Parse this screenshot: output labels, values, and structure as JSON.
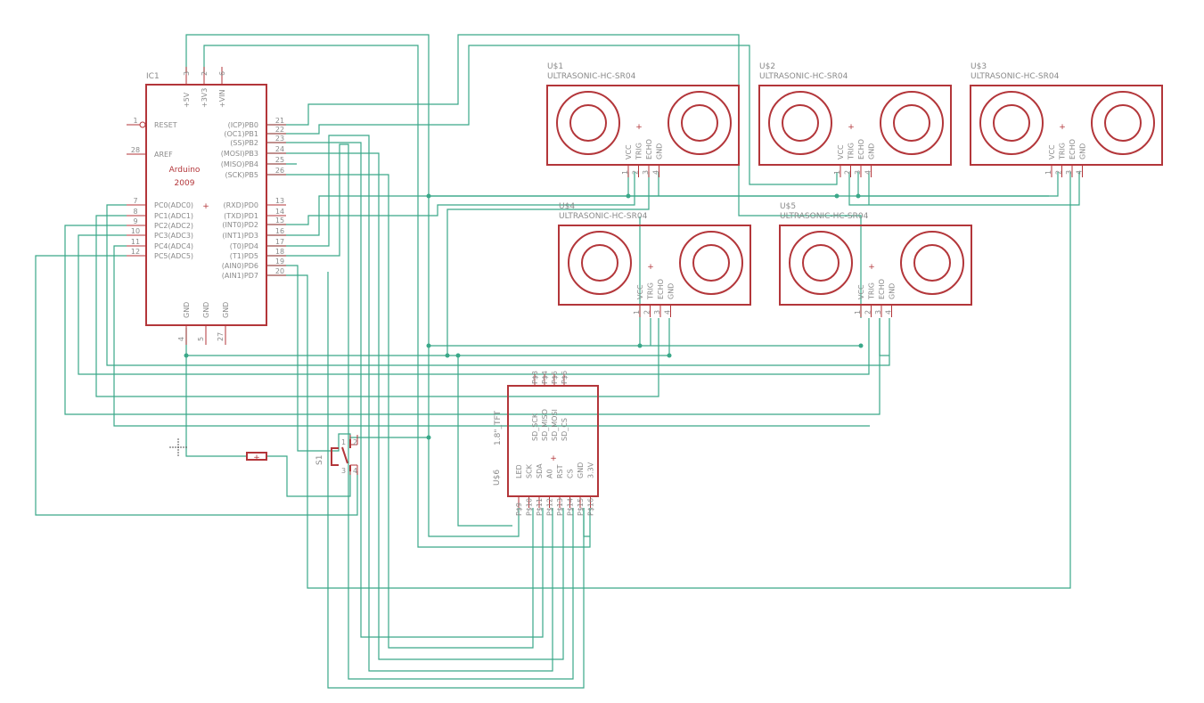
{
  "colors": {
    "wire": "#3aa889",
    "part": "#b3363a",
    "label": "#8a8a8a",
    "background": "#ffffff"
  },
  "arduino": {
    "ref": "IC1",
    "name": "Arduino",
    "year": "2009",
    "top_pins": [
      {
        "num": "3",
        "name": "+5V"
      },
      {
        "num": "2",
        "name": "+3V3"
      },
      {
        "num": "6",
        "name": "+VIN"
      }
    ],
    "left_pins": [
      {
        "num": "1",
        "name": "RESET"
      },
      {
        "num": "28",
        "name": "AREF"
      },
      {
        "num": "7",
        "name": "PC0(ADC0)"
      },
      {
        "num": "8",
        "name": "PC1(ADC1)"
      },
      {
        "num": "9",
        "name": "PC2(ADC2)"
      },
      {
        "num": "10",
        "name": "PC3(ADC3)"
      },
      {
        "num": "11",
        "name": "PC4(ADC4)"
      },
      {
        "num": "12",
        "name": "PC5(ADC5)"
      }
    ],
    "right_pins": [
      {
        "num": "21",
        "name": "(ICP)PB0"
      },
      {
        "num": "22",
        "name": "(OC1)PB1"
      },
      {
        "num": "23",
        "name": "(SS)PB2"
      },
      {
        "num": "24",
        "name": "(MOSI)PB3"
      },
      {
        "num": "25",
        "name": "(MISO)PB4"
      },
      {
        "num": "26",
        "name": "(SCK)PB5"
      },
      {
        "num": "13",
        "name": "(RXD)PD0"
      },
      {
        "num": "14",
        "name": "(TXD)PD1"
      },
      {
        "num": "15",
        "name": "(INT0)PD2"
      },
      {
        "num": "16",
        "name": "(INT1)PD3"
      },
      {
        "num": "17",
        "name": "(T0)PD4"
      },
      {
        "num": "18",
        "name": "(T1)PD5"
      },
      {
        "num": "19",
        "name": "(AIN0)PD6"
      },
      {
        "num": "20",
        "name": "(AIN1)PD7"
      }
    ],
    "bottom_pins": [
      {
        "num": "4",
        "name": "GND"
      },
      {
        "num": "5",
        "name": "GND"
      },
      {
        "num": "27",
        "name": "GND"
      }
    ]
  },
  "sensors": [
    {
      "ref": "U$1",
      "value": "ULTRASONIC-HC-SR04"
    },
    {
      "ref": "U$2",
      "value": "ULTRASONIC-HC-SR04"
    },
    {
      "ref": "U$3",
      "value": "ULTRASONIC-HC-SR04"
    },
    {
      "ref": "U$4",
      "value": "ULTRASONIC-HC-SR04"
    },
    {
      "ref": "U$5",
      "value": "ULTRASONIC-HC-SR04"
    }
  ],
  "sensor_pins": [
    {
      "num": "1",
      "name": "VCC"
    },
    {
      "num": "2",
      "name": "TRIG"
    },
    {
      "num": "3",
      "name": "ECHO"
    },
    {
      "num": "4",
      "name": "GND"
    }
  ],
  "tft": {
    "ref": "U$6",
    "value": "1.8\"_TFT",
    "top_pins": [
      {
        "num": "P$3",
        "name": "SD_SCK"
      },
      {
        "num": "P$4",
        "name": "SD_MISO"
      },
      {
        "num": "P$5",
        "name": "SD_MOSI"
      },
      {
        "num": "P$6",
        "name": "SD_CS"
      }
    ],
    "bottom_pins": [
      {
        "num": "P$9",
        "name": "LED"
      },
      {
        "num": "P$10",
        "name": "SCK"
      },
      {
        "num": "P$11",
        "name": "SDA"
      },
      {
        "num": "P$12",
        "name": "A0"
      },
      {
        "num": "P$13",
        "name": "RST"
      },
      {
        "num": "P$14",
        "name": "CS"
      },
      {
        "num": "P$15",
        "name": "GND"
      },
      {
        "num": "P$16",
        "name": "3.3V"
      }
    ]
  },
  "switch": {
    "ref": "S1",
    "pins": [
      "1",
      "2",
      "3",
      "4"
    ]
  }
}
